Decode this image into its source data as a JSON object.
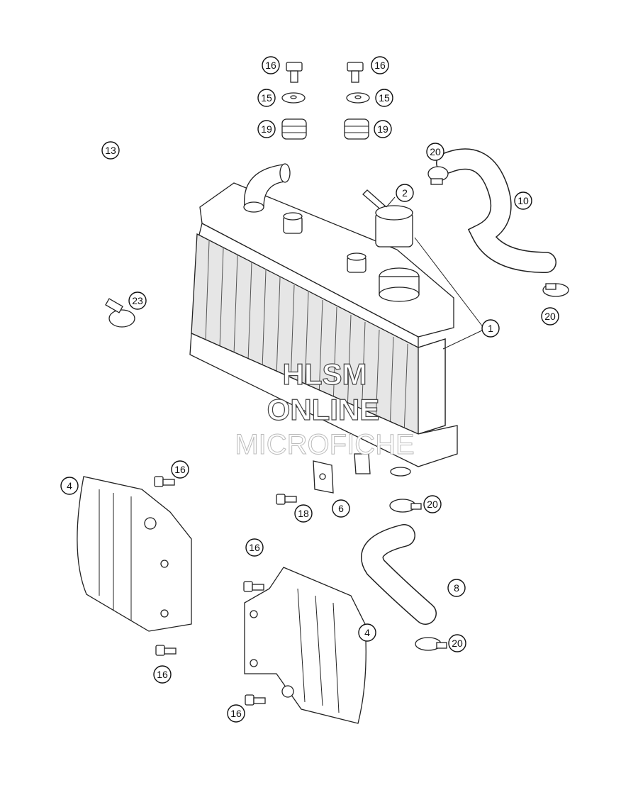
{
  "watermark": {
    "line1": "HLSM",
    "line2": "ONLINE",
    "line3": "MICROFICHE"
  },
  "callouts": [
    {
      "id": "c-16-top-left",
      "label": "16"
    },
    {
      "id": "c-16-top-right",
      "label": "16"
    },
    {
      "id": "c-15-left",
      "label": "15"
    },
    {
      "id": "c-15-right",
      "label": "15"
    },
    {
      "id": "c-19-left",
      "label": "19"
    },
    {
      "id": "c-19-right",
      "label": "19"
    },
    {
      "id": "c-13",
      "label": "13"
    },
    {
      "id": "c-20-top",
      "label": "20"
    },
    {
      "id": "c-10",
      "label": "10"
    },
    {
      "id": "c-2",
      "label": "2"
    },
    {
      "id": "c-23",
      "label": "23"
    },
    {
      "id": "c-20-mid-right",
      "label": "20"
    },
    {
      "id": "c-1",
      "label": "1"
    },
    {
      "id": "c-16-left-cover",
      "label": "16"
    },
    {
      "id": "c-4-left",
      "label": "4"
    },
    {
      "id": "c-18",
      "label": "18"
    },
    {
      "id": "c-6",
      "label": "6"
    },
    {
      "id": "c-20-lower",
      "label": "20"
    },
    {
      "id": "c-16-mid",
      "label": "16"
    },
    {
      "id": "c-8",
      "label": "8"
    },
    {
      "id": "c-4-right",
      "label": "4"
    },
    {
      "id": "c-20-bottom",
      "label": "20"
    },
    {
      "id": "c-16-left-bottom",
      "label": "16"
    },
    {
      "id": "c-16-bottom",
      "label": "16"
    }
  ]
}
